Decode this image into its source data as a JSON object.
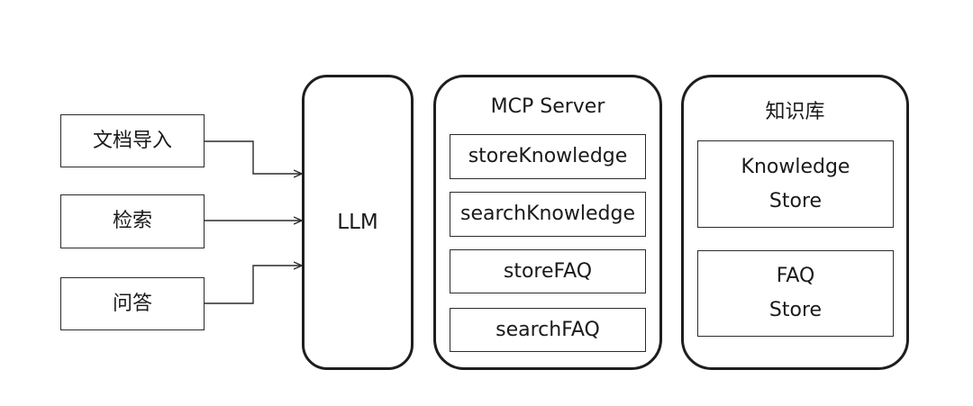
{
  "inputs": {
    "doc_import": "文档导入",
    "search": "检索",
    "qa": "问答"
  },
  "llm": {
    "label": "LLM"
  },
  "mcp_server": {
    "title": "MCP Server",
    "tools": [
      "storeKnowledge",
      "searchKnowledge",
      "storeFAQ",
      "searchFAQ"
    ]
  },
  "knowledge_base": {
    "title": "知识库",
    "stores": [
      {
        "line1": "Knowledge",
        "line2": "Store"
      },
      {
        "line1": "FAQ",
        "line2": "Store"
      }
    ]
  }
}
